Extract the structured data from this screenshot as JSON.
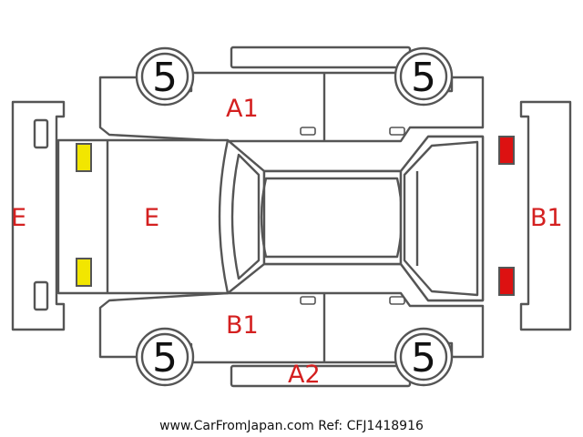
{
  "labels": {
    "front_left": "A1",
    "left_side": "B1",
    "rear_right": "A2",
    "front_bumper": "E",
    "hood": "E",
    "rear_bumper": "B1"
  },
  "tires": {
    "front_left": "5",
    "rear_left": "5",
    "front_right": "5",
    "rear_right": "5"
  },
  "footer": "www.CarFromJapan.com Ref: CFJ1418916",
  "colors": {
    "label": "#d42020",
    "outline": "#555555",
    "headlight": "#f2e600",
    "taillight": "#dd1111"
  }
}
